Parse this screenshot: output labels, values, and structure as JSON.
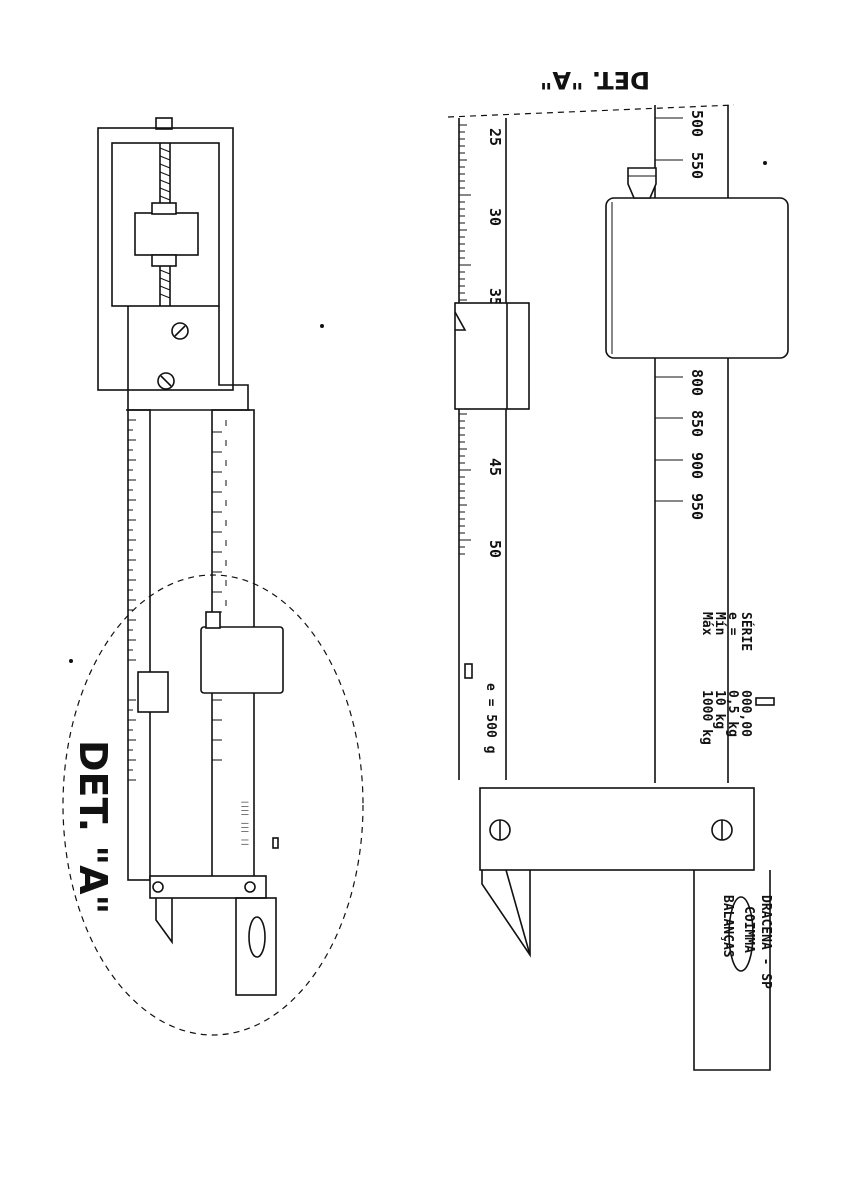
{
  "left_figure": {
    "detail_callout": "DET. \"A\""
  },
  "detail": {
    "title": "DET. \"A\"",
    "upper_scale_ticks": [
      "25",
      "30",
      "35",
      "45",
      "50"
    ],
    "upper_bar_label": "e = 500 g",
    "lower_scale_ticks": [
      "500",
      "550",
      "800",
      "850",
      "900",
      "950"
    ],
    "spec_labels": [
      "Máx",
      "Mín",
      "e =",
      "SÉRIE"
    ],
    "spec_values": [
      "1000 kg",
      "10 kg",
      "0,5 kg",
      "000,00"
    ],
    "brand": {
      "line1": "BALANÇAS",
      "logo": "COIMMA",
      "line2": "DRACENA - SP"
    }
  }
}
